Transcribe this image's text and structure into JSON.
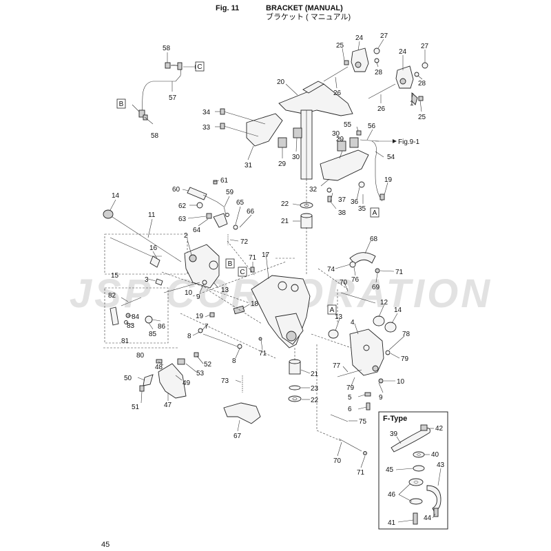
{
  "header": {
    "figure": "Fig. 11",
    "title": "BRACKET (MANUAL)",
    "title_jp": "ブラケット ( マニュアル)"
  },
  "page_number": "45",
  "watermark": "JSP CORPORATION",
  "ref_boxes": {
    "a": "A",
    "b": "B",
    "c": "C",
    "fig_ref": "Fig.9-1"
  },
  "inset": {
    "title": "F-Type"
  },
  "callouts": {
    "n58a": "58",
    "n57": "57",
    "n58b": "58",
    "n25a": "25",
    "n24a": "24",
    "n27a": "27",
    "n28a": "28",
    "n26a": "26",
    "n24b": "24",
    "n27b": "27",
    "n28b": "28",
    "n26b": "26",
    "n1": "1",
    "n25b": "25",
    "n20": "20",
    "n34": "34",
    "n33": "33",
    "n31": "31",
    "n29a": "29",
    "n30a": "30",
    "n30b": "30",
    "n29b": "29",
    "n55": "55",
    "n56": "56",
    "n54": "54",
    "n32": "32",
    "n19a": "19",
    "n37": "37",
    "n36": "36",
    "n35": "35",
    "n38": "38",
    "n22a": "22",
    "n21a": "21",
    "n61": "61",
    "n60": "60",
    "n59": "59",
    "n62": "62",
    "n63": "63",
    "n64": "64",
    "n65": "65",
    "n66": "66",
    "n72": "72",
    "n14a": "14",
    "n11": "11",
    "n2": "2",
    "n16": "16",
    "n15": "15",
    "n3": "3",
    "n10a": "10",
    "n9a": "9",
    "n13a": "13",
    "n17": "17",
    "n71a": "71",
    "n82": "82",
    "n84": "84",
    "n83": "83",
    "n86": "86",
    "n85": "85",
    "n81": "81",
    "n18": "18",
    "n19b": "19",
    "n7": "7",
    "n8a": "8",
    "n8b": "8",
    "n71b": "71",
    "n80": "80",
    "n48": "48",
    "n52": "52",
    "n53": "53",
    "n50": "50",
    "n49": "49",
    "n51": "51",
    "n47": "47",
    "n73": "73",
    "n67": "67",
    "n21b": "21",
    "n23": "23",
    "n22b": "22",
    "n68": "68",
    "n74": "74",
    "n76": "76",
    "n71c": "71",
    "n69": "69",
    "n70a": "70",
    "n12": "12",
    "n14b": "14",
    "n13b": "13",
    "n4": "4",
    "n78": "78",
    "n79a": "79",
    "n77": "77",
    "n79b": "79",
    "n10b": "10",
    "n5": "5",
    "n9b": "9",
    "n6": "6",
    "n75": "75",
    "n70b": "70",
    "n71d": "71",
    "n39": "39",
    "n42": "42",
    "n40": "40",
    "n45": "45",
    "n43": "43",
    "n46": "46",
    "n41": "41",
    "n44": "44"
  },
  "colors": {
    "line": "#222222",
    "watermark": "#d9d9d9",
    "part_fill": "#f4f4f4"
  }
}
